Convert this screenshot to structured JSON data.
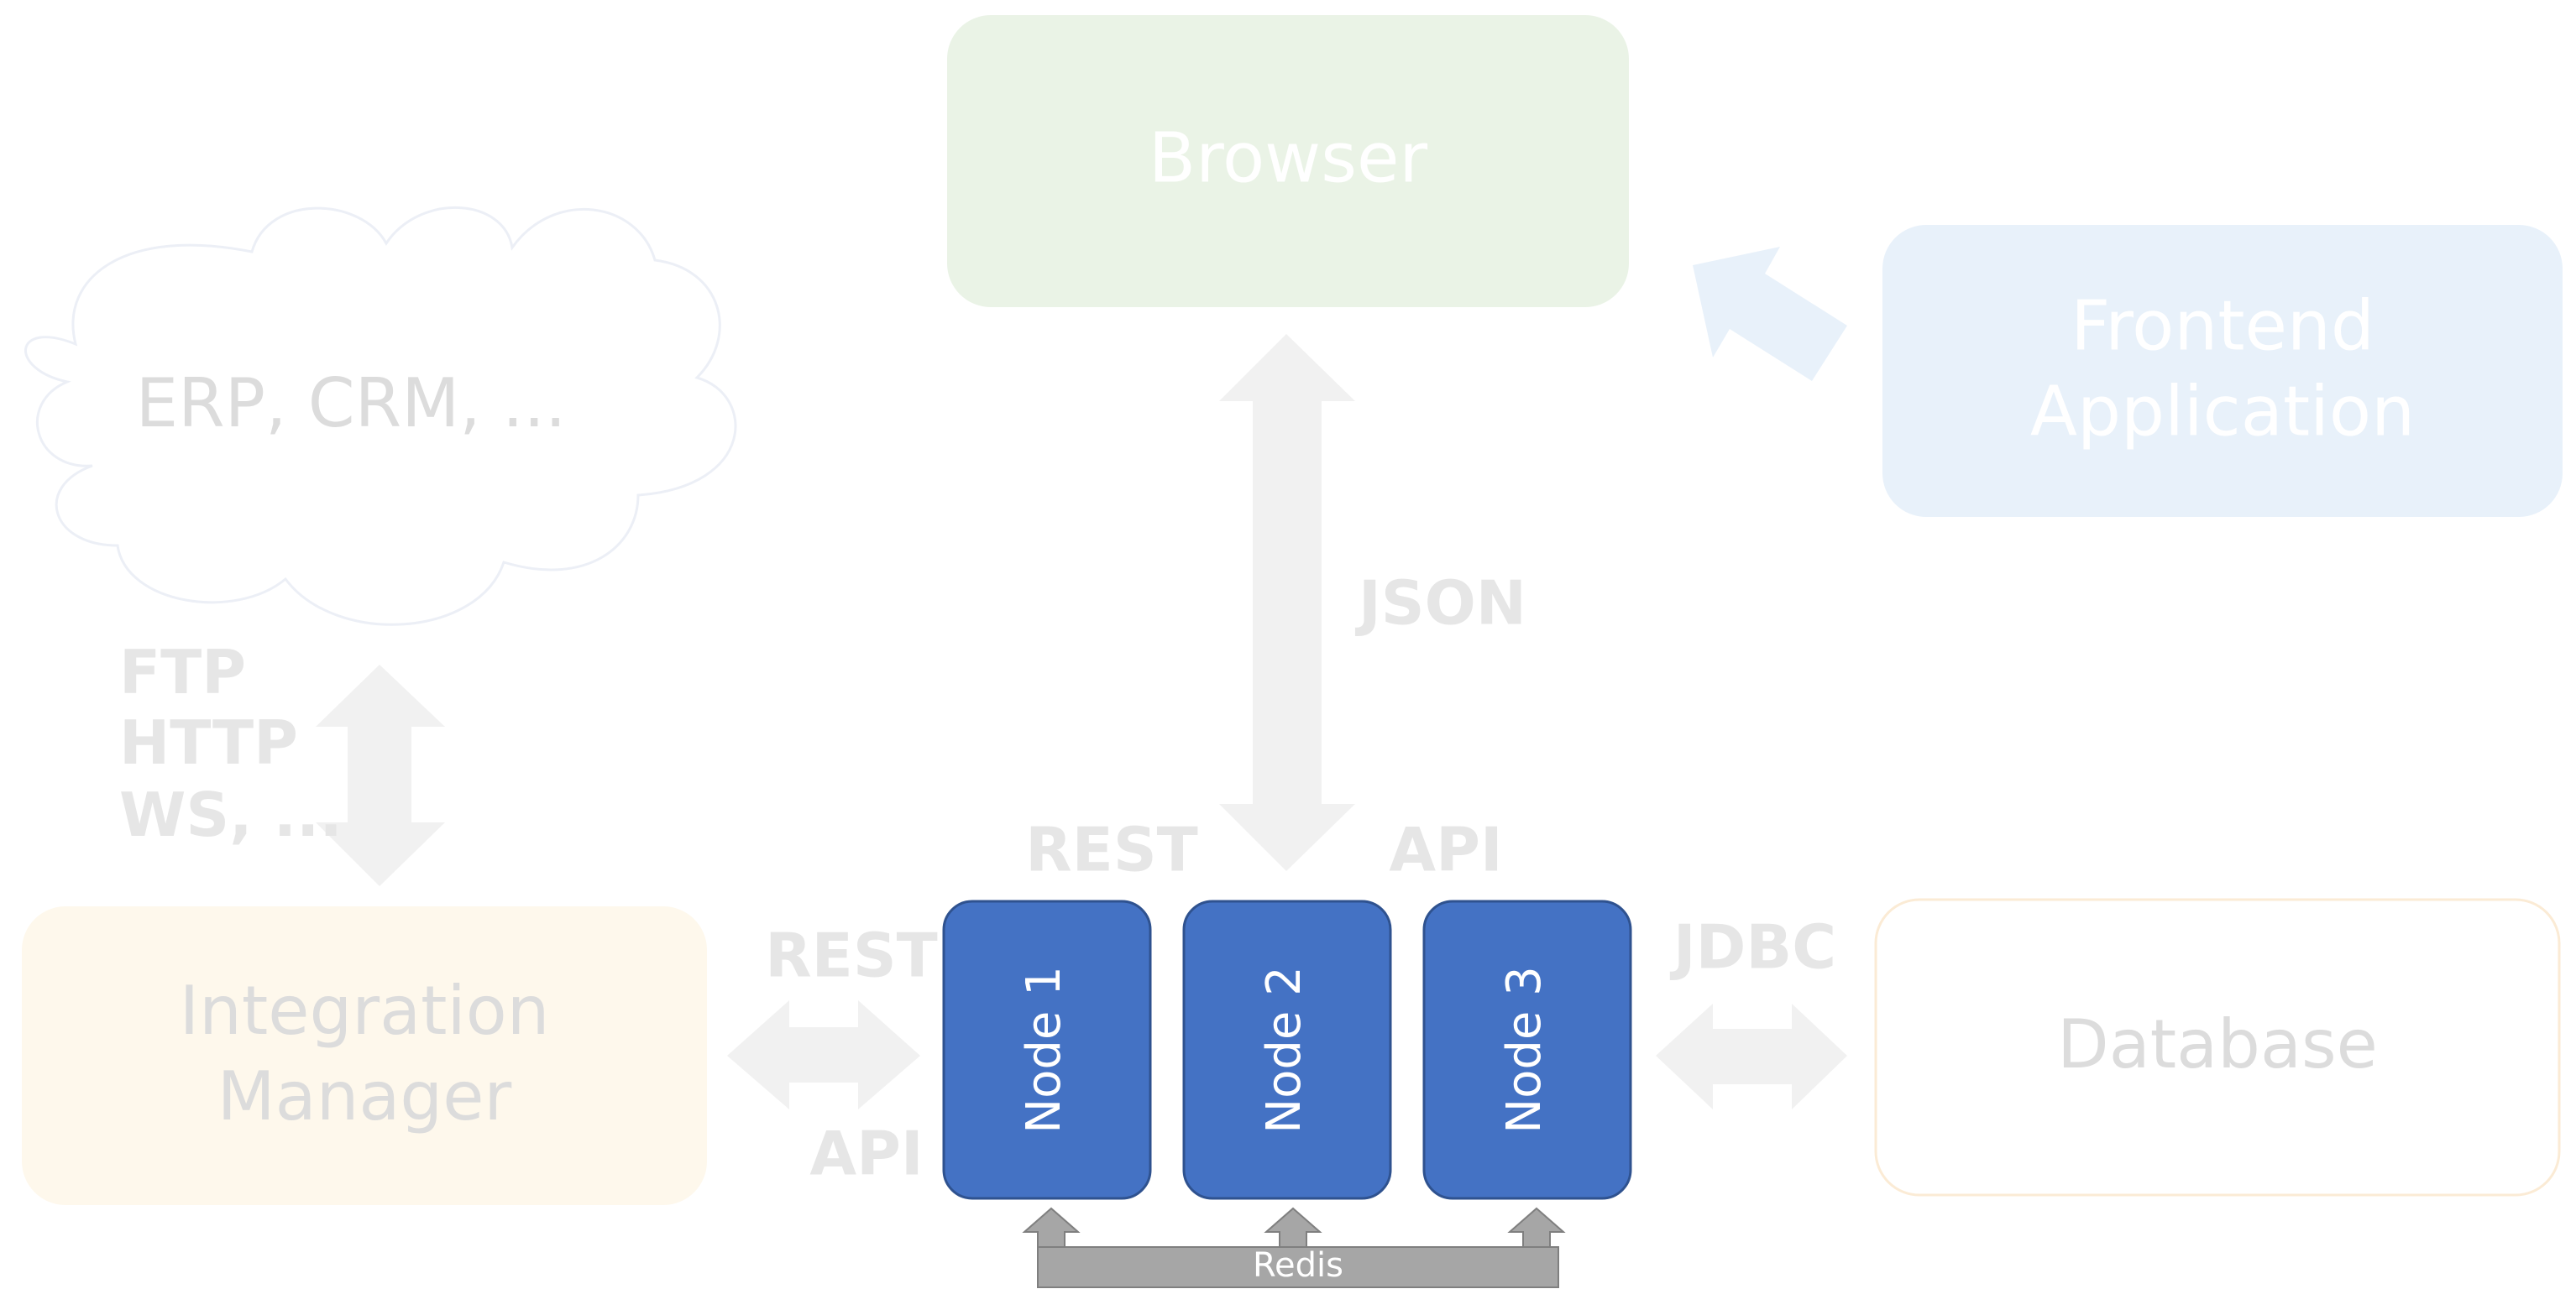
{
  "cloud": {
    "label": "ERP, CRM, ..."
  },
  "browser": {
    "label": "Browser"
  },
  "frontend": {
    "line1": "Frontend",
    "line2": "Application"
  },
  "integration": {
    "line1": "Integration",
    "line2": "Manager"
  },
  "database": {
    "label": "Database"
  },
  "protocols": {
    "ftp": "FTP",
    "http": "HTTP",
    "ws": "WS, ...",
    "json": "JSON",
    "rest_top": "REST",
    "api_top": "API",
    "rest_left": "REST",
    "api_left": "API",
    "jdbc": "JDBC"
  },
  "nodes": [
    "Node 1",
    "Node 2",
    "Node 3"
  ],
  "redis": {
    "label": "Redis"
  },
  "colors": {
    "node_fill": "#4472C4",
    "node_stroke": "#2F528F",
    "browser_fill": "#EAF3E6",
    "frontend_fill": "#E8F1FA",
    "integration_fill": "#FEF8EC",
    "database_stroke": "#FBEBD5",
    "arrow_fill": "#F1F1F1",
    "redis_fill": "#A6A6A6"
  }
}
